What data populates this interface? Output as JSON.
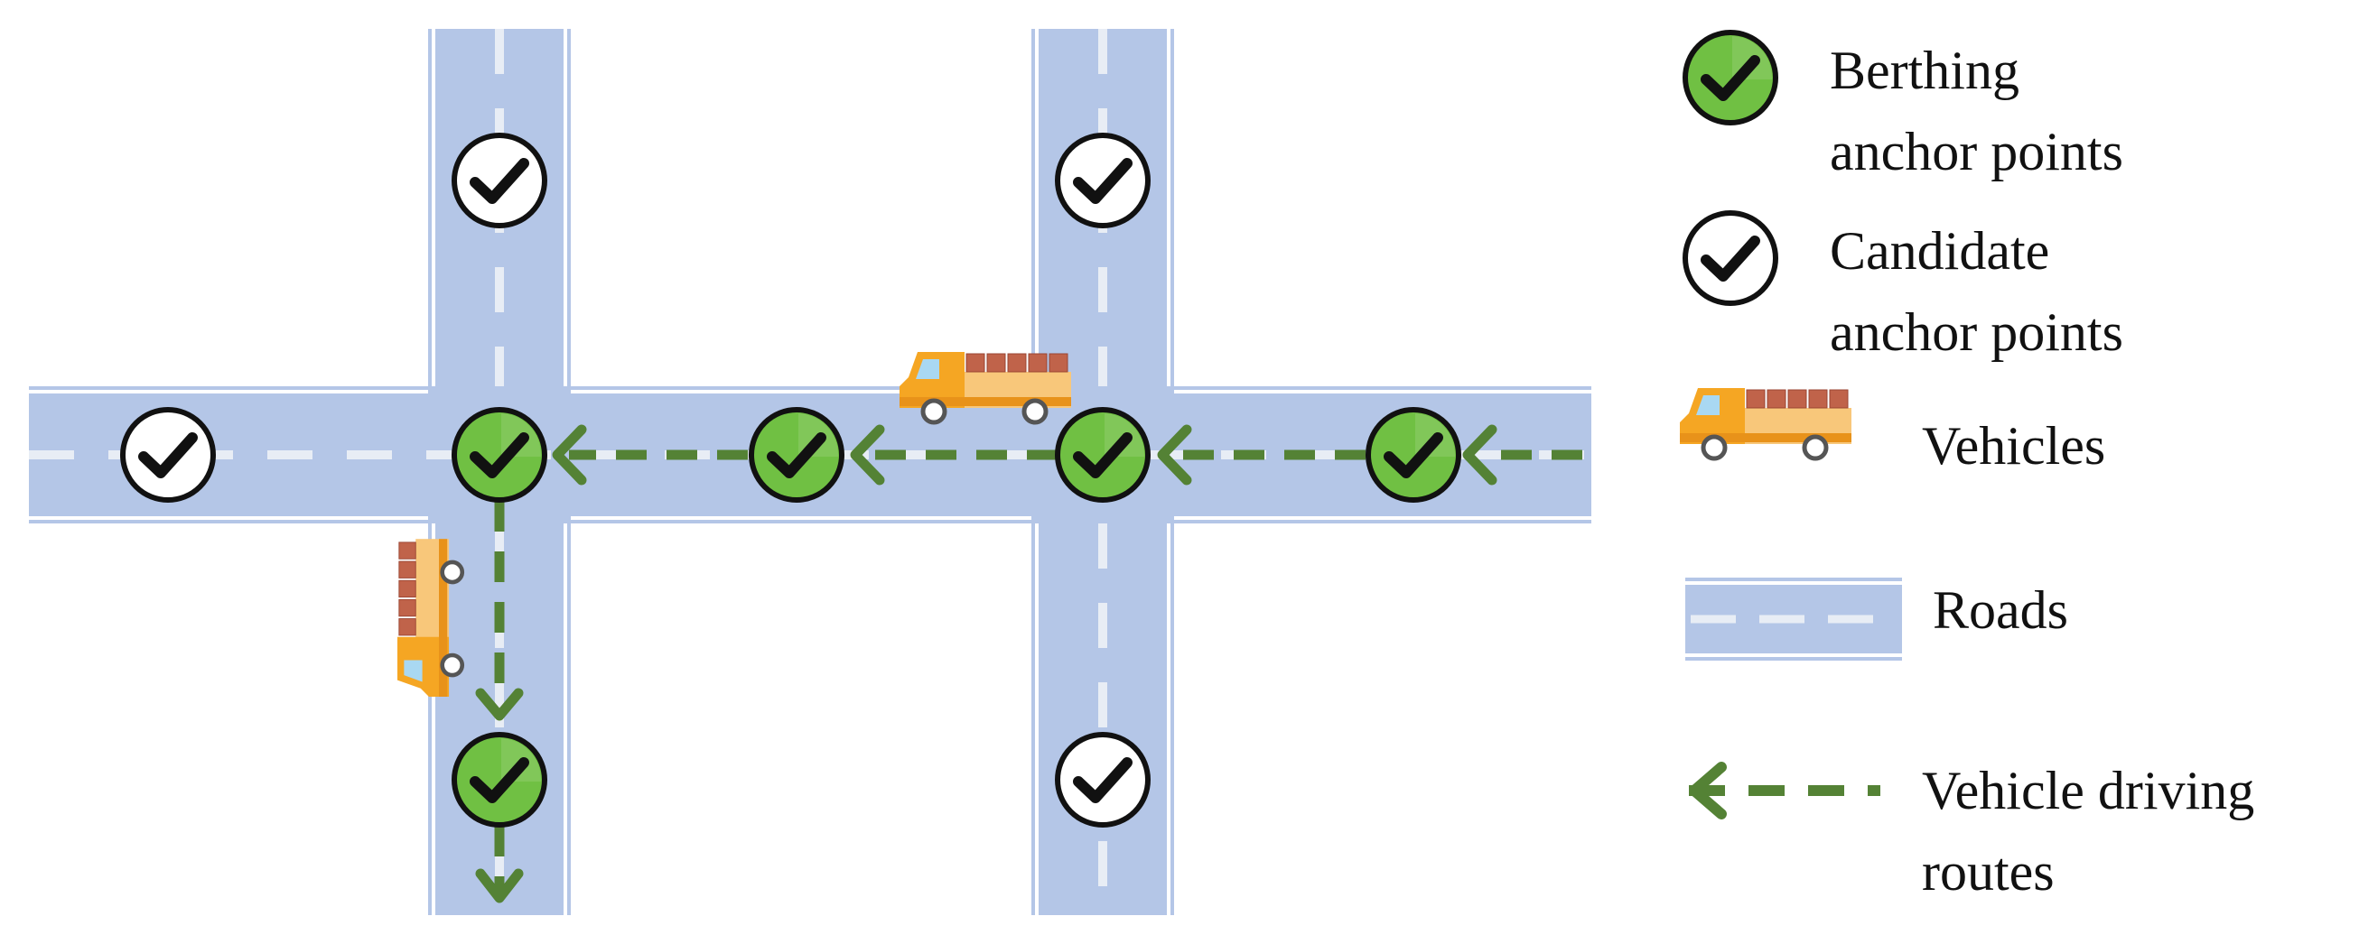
{
  "colors": {
    "road": "#b4c6e7",
    "road_line": "#e8edf5",
    "route": "#548235",
    "berthing_fill": "#70c043",
    "truck_cab": "#f5a623",
    "truck_cargo": "#c0634a"
  },
  "icons": {
    "berthing": "green-check-circle-icon",
    "candidate": "white-check-circle-icon",
    "vehicle": "truck-icon",
    "route_arrow": "dashed-arrow-icon"
  },
  "legend": {
    "berthing": {
      "line1": "Berthing",
      "line2": "anchor points"
    },
    "candidate": {
      "line1": "Candidate",
      "line2": "anchor points"
    },
    "vehicles": {
      "label": "Vehicles"
    },
    "roads": {
      "label": "Roads"
    },
    "routes": {
      "line1": "Vehicle driving",
      "line2": "routes"
    }
  }
}
